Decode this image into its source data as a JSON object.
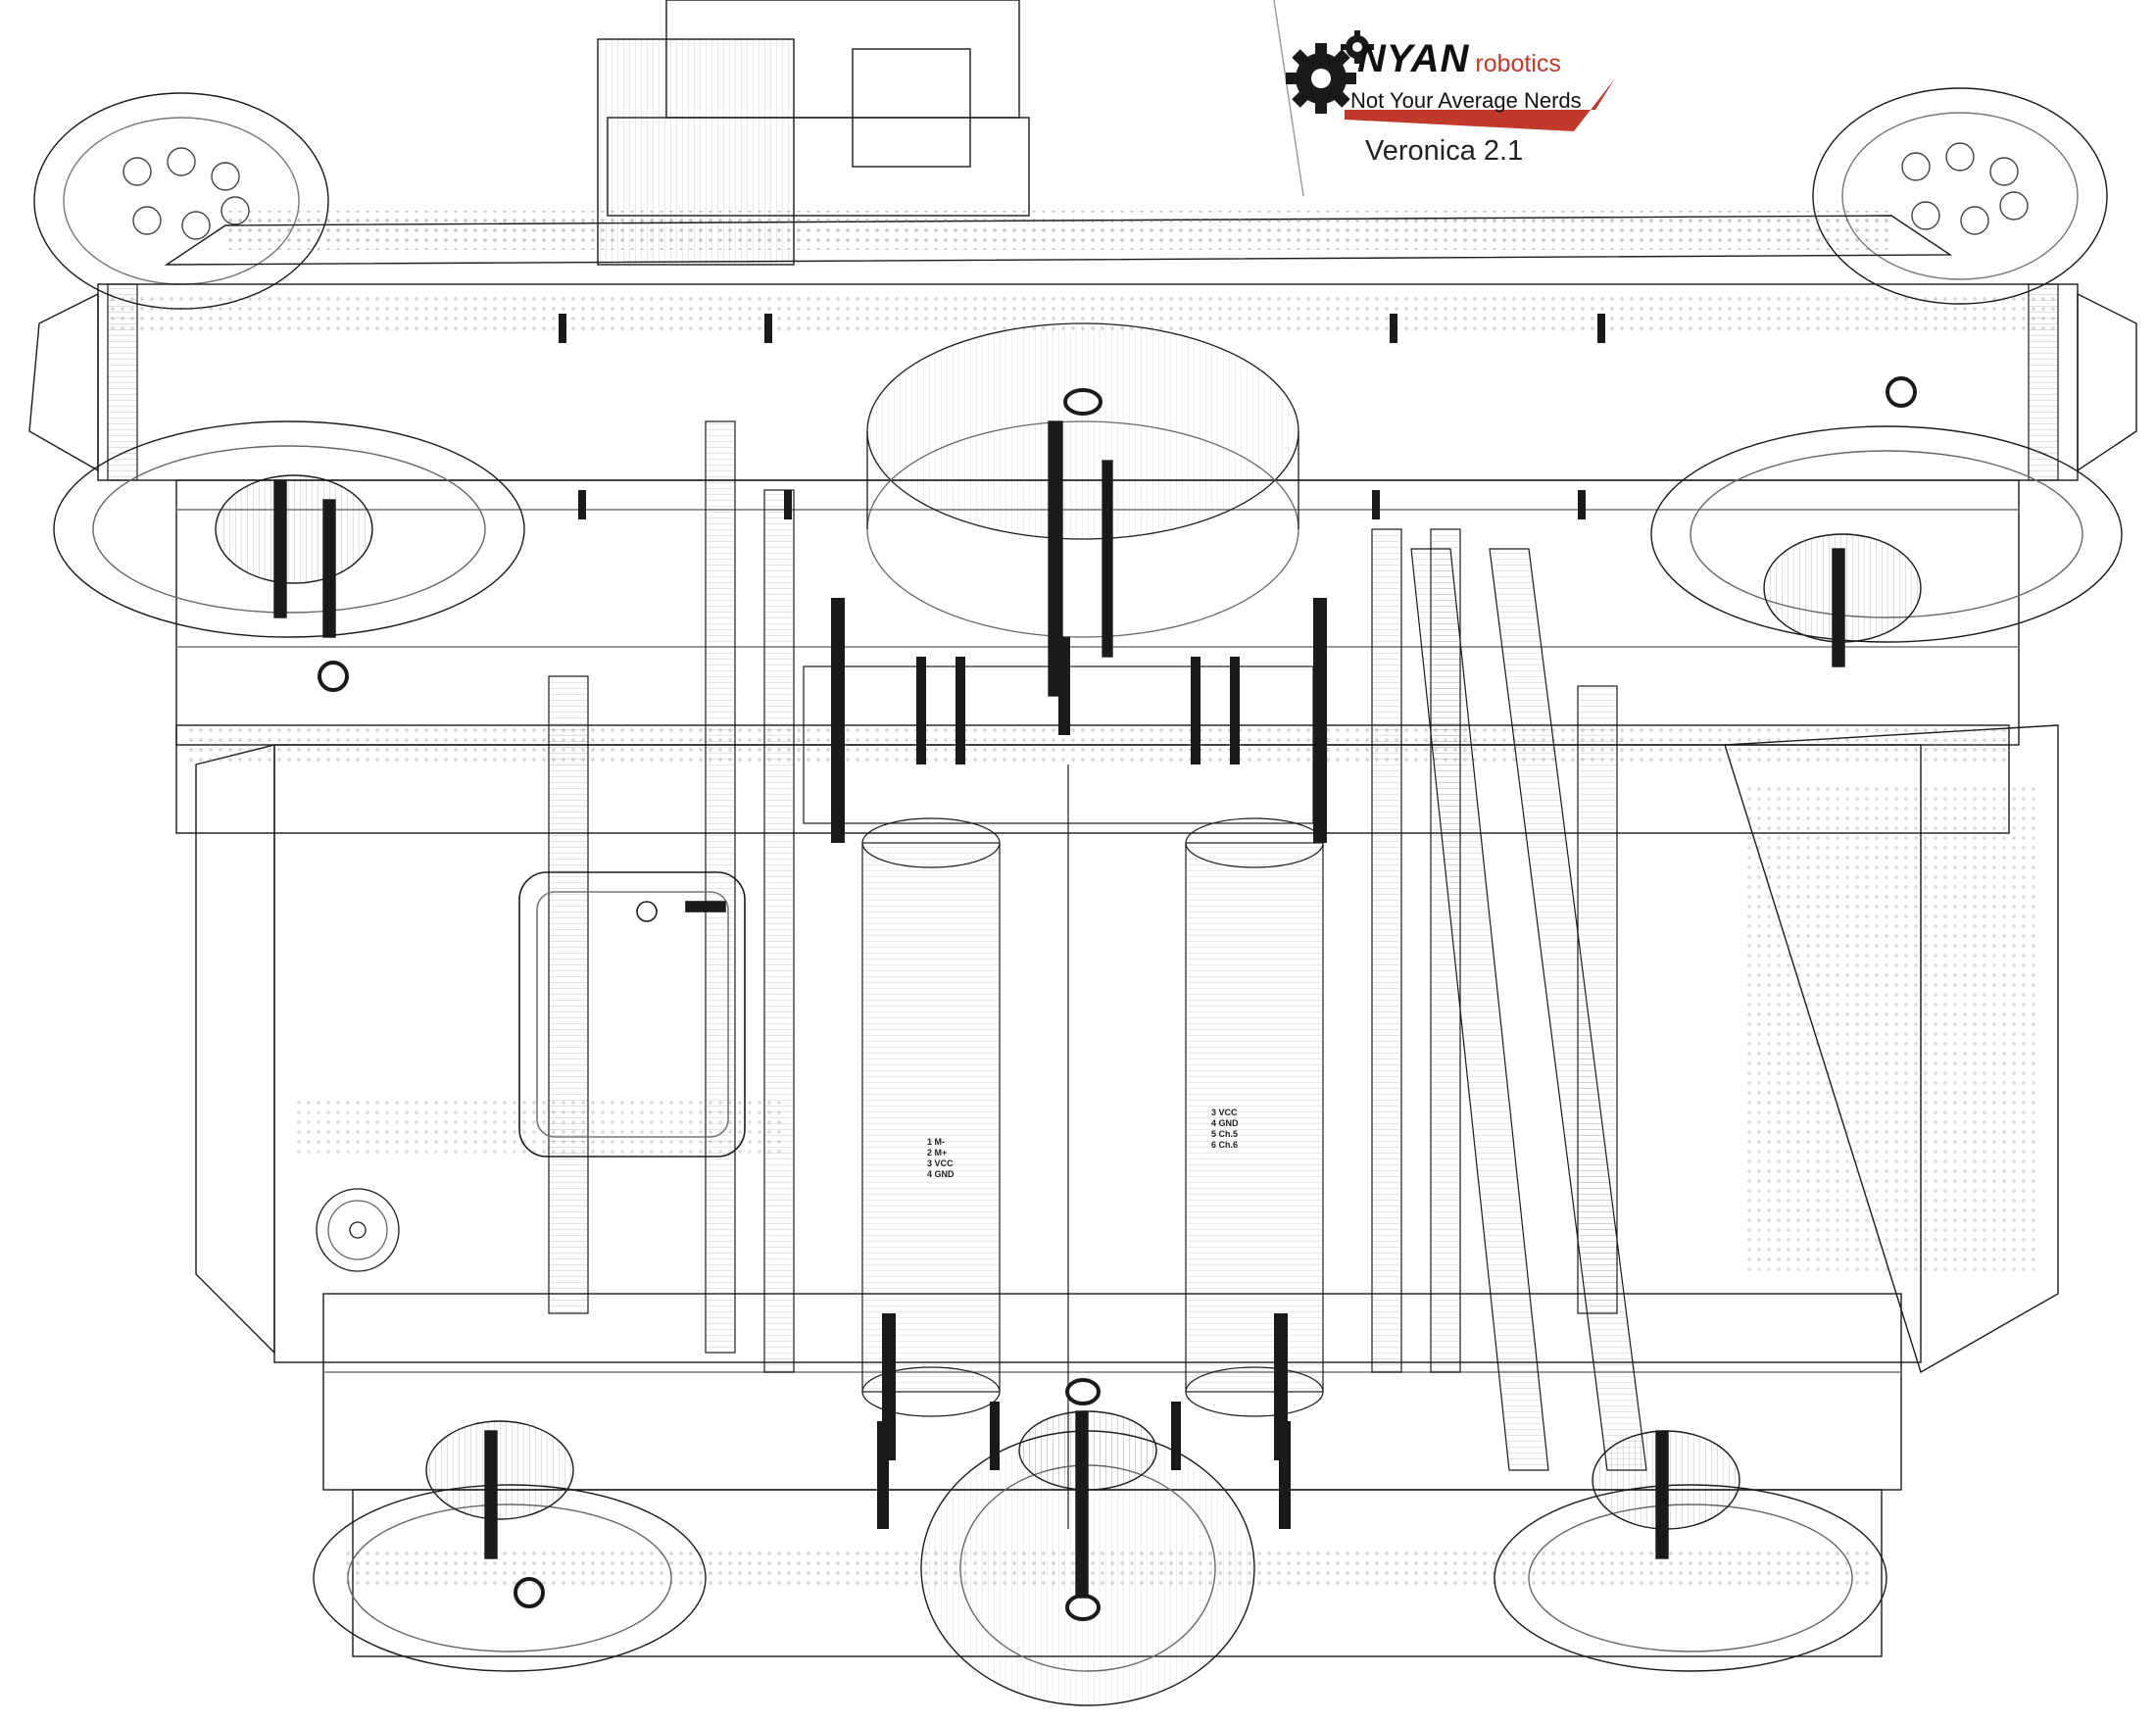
{
  "logo": {
    "brand": "NYAN",
    "brand_suffix": "robotics",
    "tagline": "Not Your Average Nerds",
    "accent_color": "#c0392b",
    "icon": "gear-icon"
  },
  "model_name": "Veronica 2.1",
  "component_labels_left": [
    "1 M-",
    "2 M+",
    "3 VCC",
    "4 GND"
  ],
  "component_labels_right": [
    "3 VCC",
    "4 GND",
    "5 Ch.5",
    "6 Ch.6"
  ],
  "colors": {
    "line": "#1a1a1a",
    "faint": "#9a9a9a",
    "background": "#ffffff"
  }
}
